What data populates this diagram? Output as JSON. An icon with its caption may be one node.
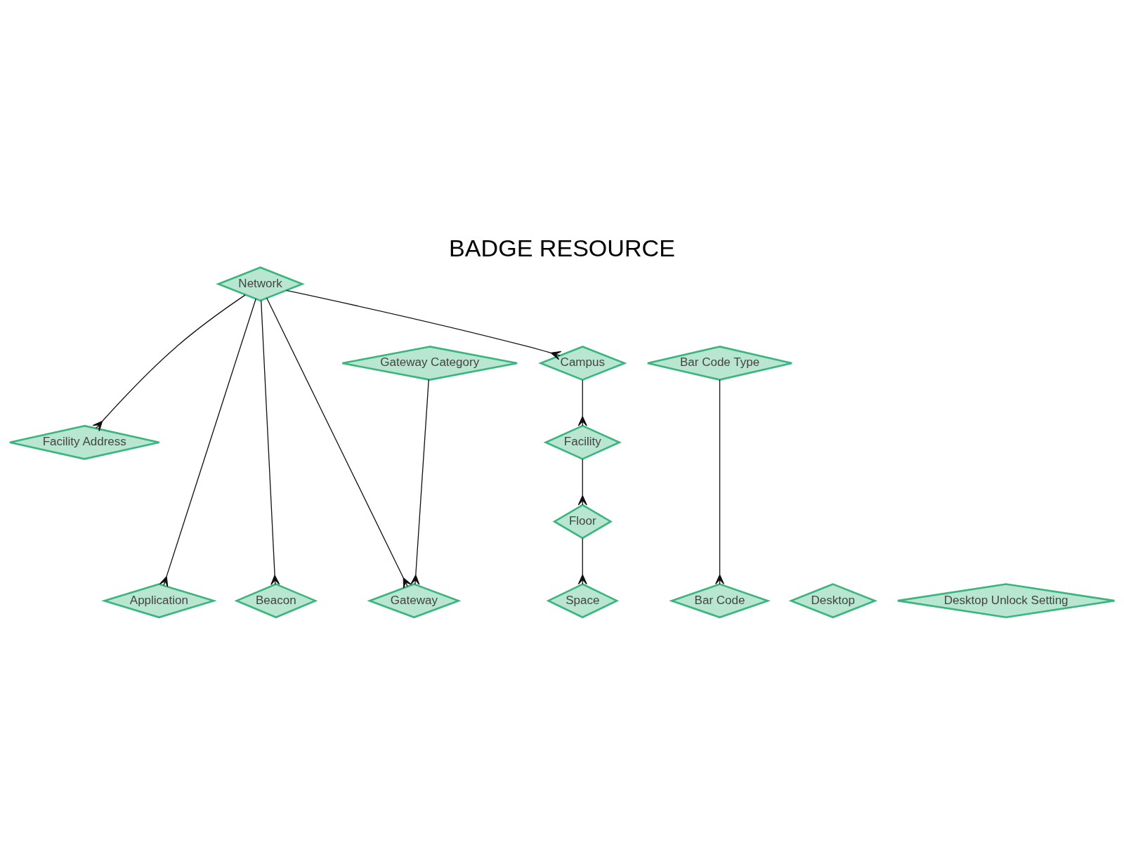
{
  "diagram": {
    "title": "BADGE RESOURCE",
    "nodes": [
      {
        "text": [
          "Network"
        ]
      },
      {
        "text": [
          "Bar Code Type"
        ]
      },
      {
        "text": [
          "Gateway Category"
        ]
      },
      {
        "text": [
          "Campus"
        ]
      },
      {
        "text": [
          "Facility"
        ]
      },
      {
        "text": [
          "Facility Address"
        ]
      },
      {
        "text": [
          "Floor"
        ]
      },
      {
        "text": [
          "Bar Code"
        ]
      },
      {
        "text": [
          "Gateway"
        ]
      },
      {
        "text": [
          "Application"
        ]
      },
      {
        "text": [
          "Beacon"
        ]
      },
      {
        "text": [
          "Space"
        ]
      },
      {
        "text": [
          "Desktop"
        ]
      },
      {
        "text": [
          "Desktop Unlock Setting"
        ]
      }
    ],
    "edges": [
      {
        "from": 0,
        "to": 8,
        "arrow": "other"
      },
      {
        "from": 0,
        "to": 9,
        "arrow": "other"
      },
      {
        "from": 0,
        "to": 10,
        "arrow": "other"
      },
      {
        "from": 0,
        "to": 3,
        "arrow": "other"
      },
      {
        "from": 0,
        "to": 5,
        "arrow": "other"
      },
      {
        "from": 3,
        "to": 4,
        "arrow": "other"
      },
      {
        "from": 4,
        "to": 6,
        "arrow": "other"
      },
      {
        "from": 6,
        "to": 11,
        "arrow": "other"
      },
      {
        "from": 1,
        "to": 7,
        "arrow": "other"
      },
      {
        "from": 2,
        "to": 8,
        "arrow": "other"
      }
    ]
  }
}
